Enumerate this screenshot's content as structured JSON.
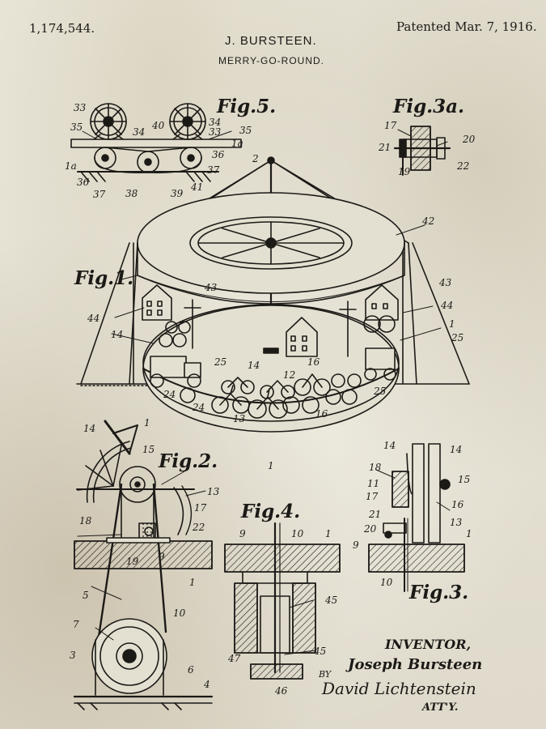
{
  "header": {
    "patent_number": "1,174,544.",
    "patent_date": "Patented Mar. 7, 1916.",
    "inventor_name": "J. BURSTEEN.",
    "title": "MERRY-GO-ROUND."
  },
  "figures": {
    "fig1": "Fig.1.",
    "fig2": "Fig.2.",
    "fig3": "Fig.3.",
    "fig3a": "Fig.3a.",
    "fig4": "Fig.4.",
    "fig5": "Fig.5."
  },
  "signature": {
    "inventor_label": "INVENTOR,",
    "inventor": "Joseph Bursteen",
    "by": "BY",
    "attorney": "David Lichtenstein",
    "atty_label": "ATT'Y."
  },
  "reference_numerals": {
    "fig5": [
      "33",
      "35",
      "34",
      "40",
      "34",
      "33",
      "35",
      "1a",
      "36",
      "37",
      "41",
      "39",
      "38",
      "37",
      "36",
      "1a"
    ],
    "fig3a": [
      "17",
      "21",
      "19",
      "20",
      "22"
    ],
    "fig1": [
      "2",
      "42",
      "43",
      "43",
      "44",
      "44",
      "14",
      "25",
      "25",
      "1",
      "14",
      "12",
      "16",
      "13",
      "24",
      "24",
      "25",
      "16",
      "1",
      "1"
    ],
    "fig2": [
      "14",
      "15",
      "18",
      "13",
      "17",
      "22",
      "9",
      "19",
      "5",
      "7",
      "3",
      "6",
      "10",
      "1",
      "4"
    ],
    "fig4": [
      "9",
      "10",
      "1",
      "45",
      "45",
      "47",
      "46"
    ],
    "fig3": [
      "14",
      "14",
      "18",
      "11",
      "17",
      "15",
      "16",
      "13",
      "21",
      "20",
      "9",
      "10",
      "1"
    ]
  }
}
